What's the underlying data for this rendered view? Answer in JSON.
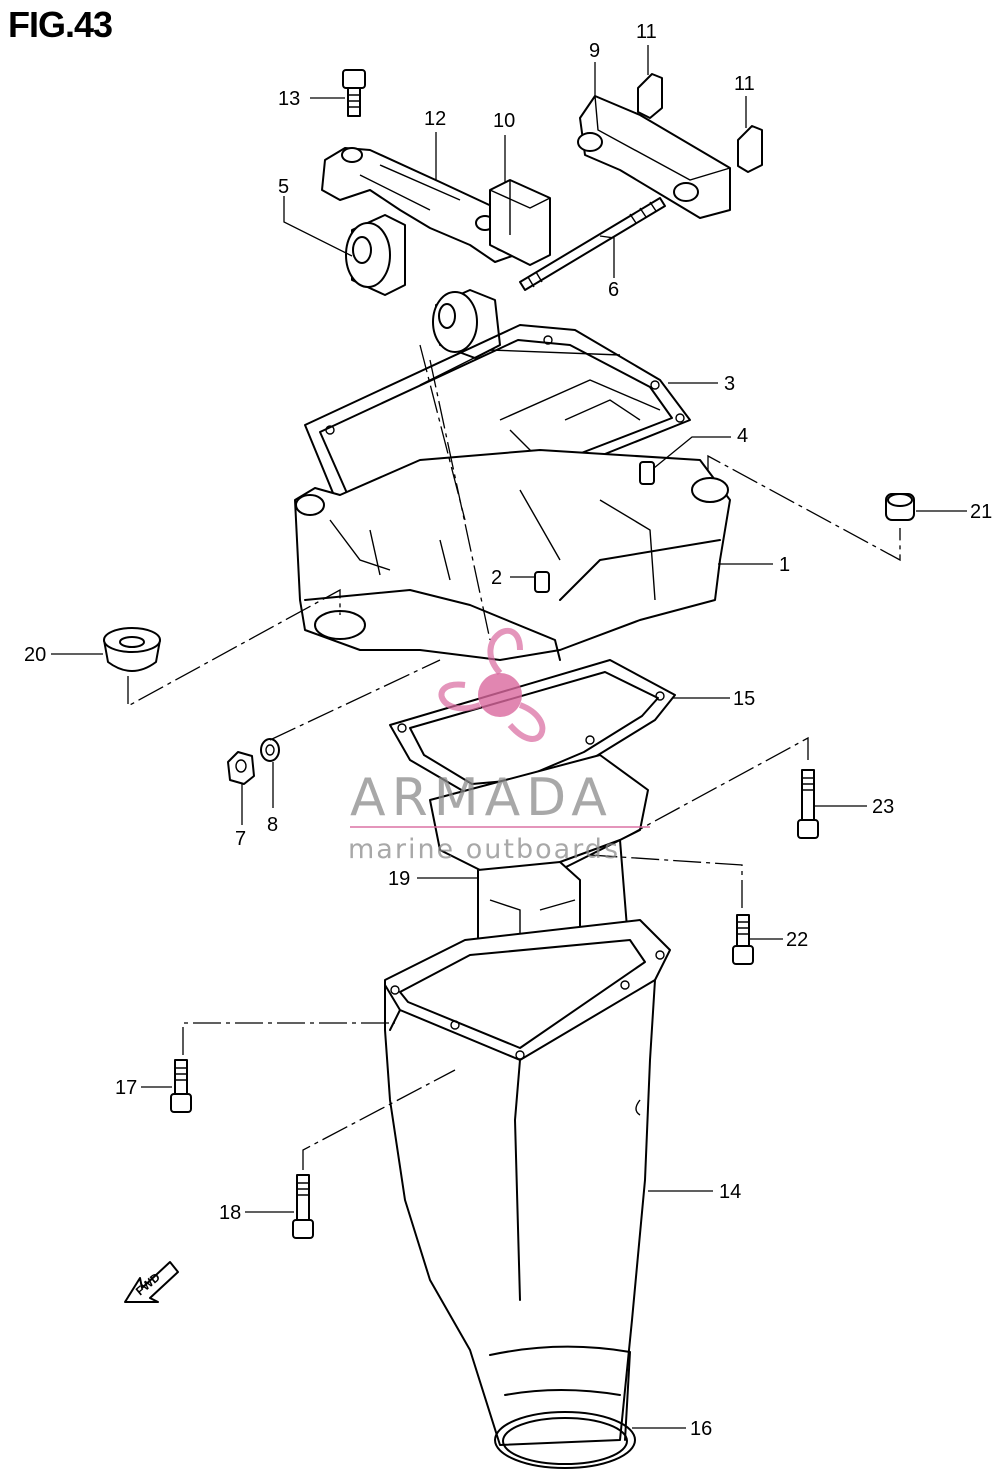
{
  "figure": {
    "title": "FIG.43"
  },
  "callouts": [
    {
      "id": "1",
      "text": "1"
    },
    {
      "id": "2",
      "text": "2"
    },
    {
      "id": "3",
      "text": "3"
    },
    {
      "id": "4",
      "text": "4"
    },
    {
      "id": "5",
      "text": "5"
    },
    {
      "id": "6",
      "text": "6"
    },
    {
      "id": "7",
      "text": "7"
    },
    {
      "id": "8",
      "text": "8"
    },
    {
      "id": "9",
      "text": "9"
    },
    {
      "id": "10",
      "text": "10"
    },
    {
      "id": "11a",
      "text": "11"
    },
    {
      "id": "11b",
      "text": "11"
    },
    {
      "id": "12",
      "text": "12"
    },
    {
      "id": "13",
      "text": "13"
    },
    {
      "id": "14",
      "text": "14"
    },
    {
      "id": "15",
      "text": "15"
    },
    {
      "id": "16",
      "text": "16"
    },
    {
      "id": "17",
      "text": "17"
    },
    {
      "id": "18",
      "text": "18"
    },
    {
      "id": "19",
      "text": "19"
    },
    {
      "id": "20",
      "text": "20"
    },
    {
      "id": "21",
      "text": "21"
    },
    {
      "id": "22",
      "text": "22"
    },
    {
      "id": "23",
      "text": "23"
    }
  ],
  "fwd_arrow": {
    "label": "FWD"
  },
  "watermark": {
    "brand": "ARMADA",
    "tagline": "marine outboards",
    "accent_color": "#d9689e",
    "text_color": "#8c8c8c"
  }
}
